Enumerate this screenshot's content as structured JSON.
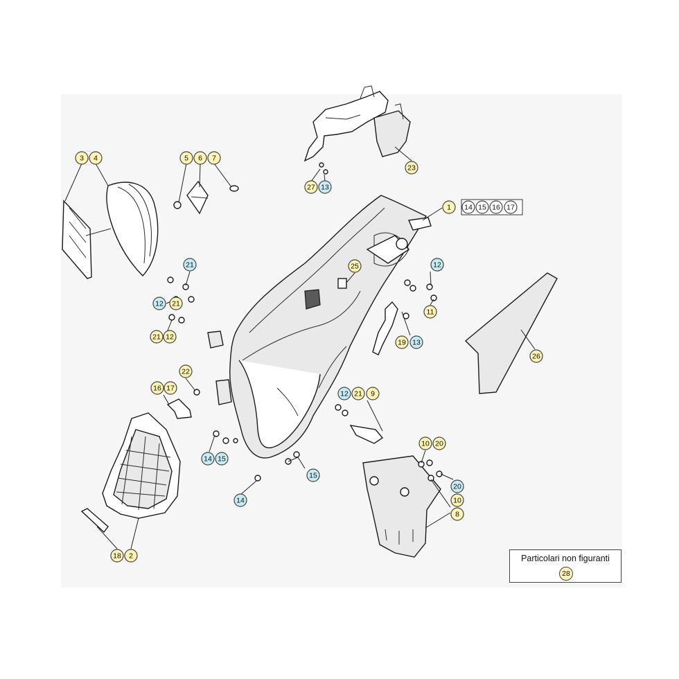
{
  "callouts": [
    {
      "id": "c1",
      "text": "1",
      "tone": "y"
    },
    {
      "id": "c14a",
      "text": "14",
      "tone": "w"
    },
    {
      "id": "c15a",
      "text": "15",
      "tone": "w"
    },
    {
      "id": "c16a",
      "text": "16",
      "tone": "w"
    },
    {
      "id": "c17a",
      "text": "17",
      "tone": "w"
    },
    {
      "id": "c3",
      "text": "3",
      "tone": "y"
    },
    {
      "id": "c4",
      "text": "4",
      "tone": "y"
    },
    {
      "id": "c5",
      "text": "5",
      "tone": "y"
    },
    {
      "id": "c6",
      "text": "6",
      "tone": "y"
    },
    {
      "id": "c7",
      "text": "7",
      "tone": "y"
    },
    {
      "id": "c23",
      "text": "23",
      "tone": "y"
    },
    {
      "id": "c27",
      "text": "27",
      "tone": "y"
    },
    {
      "id": "c13a",
      "text": "13",
      "tone": "c"
    },
    {
      "id": "c21a",
      "text": "21",
      "tone": "c"
    },
    {
      "id": "c12a",
      "text": "12",
      "tone": "c"
    },
    {
      "id": "c21b",
      "text": "21",
      "tone": "y"
    },
    {
      "id": "c12b",
      "text": "12",
      "tone": "y"
    },
    {
      "id": "c21c",
      "text": "21",
      "tone": "y"
    },
    {
      "id": "c12c",
      "text": "12",
      "tone": "c"
    },
    {
      "id": "c25",
      "text": "25",
      "tone": "y"
    },
    {
      "id": "c12d",
      "text": "12",
      "tone": "c"
    },
    {
      "id": "c11",
      "text": "11",
      "tone": "y"
    },
    {
      "id": "c19",
      "text": "19",
      "tone": "y"
    },
    {
      "id": "c13b",
      "text": "13",
      "tone": "c"
    },
    {
      "id": "c26",
      "text": "26",
      "tone": "y"
    },
    {
      "id": "c22",
      "text": "22",
      "tone": "y"
    },
    {
      "id": "c16b",
      "text": "16",
      "tone": "y"
    },
    {
      "id": "c17b",
      "text": "17",
      "tone": "y"
    },
    {
      "id": "c12e",
      "text": "12",
      "tone": "c"
    },
    {
      "id": "c21d",
      "text": "21",
      "tone": "y"
    },
    {
      "id": "c9",
      "text": "9",
      "tone": "y"
    },
    {
      "id": "c14b",
      "text": "14",
      "tone": "c"
    },
    {
      "id": "c15b",
      "text": "15",
      "tone": "c"
    },
    {
      "id": "c15c",
      "text": "15",
      "tone": "c"
    },
    {
      "id": "c14c",
      "text": "14",
      "tone": "c"
    },
    {
      "id": "c10a",
      "text": "10",
      "tone": "y"
    },
    {
      "id": "c20a",
      "text": "20",
      "tone": "y"
    },
    {
      "id": "c20b",
      "text": "20",
      "tone": "c"
    },
    {
      "id": "c10b",
      "text": "10",
      "tone": "y"
    },
    {
      "id": "c8",
      "text": "8",
      "tone": "y"
    },
    {
      "id": "c18",
      "text": "18",
      "tone": "y"
    },
    {
      "id": "c2",
      "text": "2",
      "tone": "y"
    }
  ],
  "legend": {
    "title": "Particolari non figuranti",
    "number": "28"
  },
  "colors": {
    "callout_yellow": "#fbf4b4",
    "callout_cyan": "#c7ecf4",
    "panel_background": "#f6f6f6"
  }
}
